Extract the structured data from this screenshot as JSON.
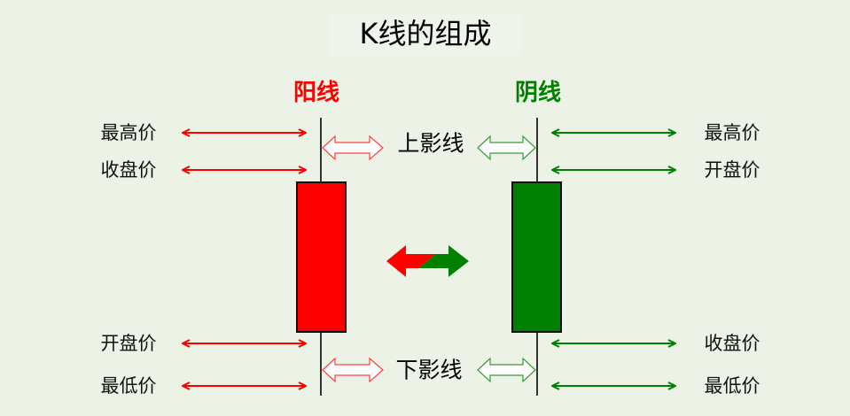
{
  "title": "K线的组成",
  "colors": {
    "up": "#ff0000",
    "down": "#008000",
    "background": "#ecf2e6"
  },
  "up_candle": {
    "heading": "阳线",
    "labels": {
      "high": "最高价",
      "close": "收盘价",
      "open": "开盘价",
      "low": "最低价"
    }
  },
  "down_candle": {
    "heading": "阴线",
    "labels": {
      "high": "最高价",
      "open": "开盘价",
      "close": "收盘价",
      "low": "最低价"
    }
  },
  "upper_shadow": "上影线",
  "lower_shadow": "下影线"
}
